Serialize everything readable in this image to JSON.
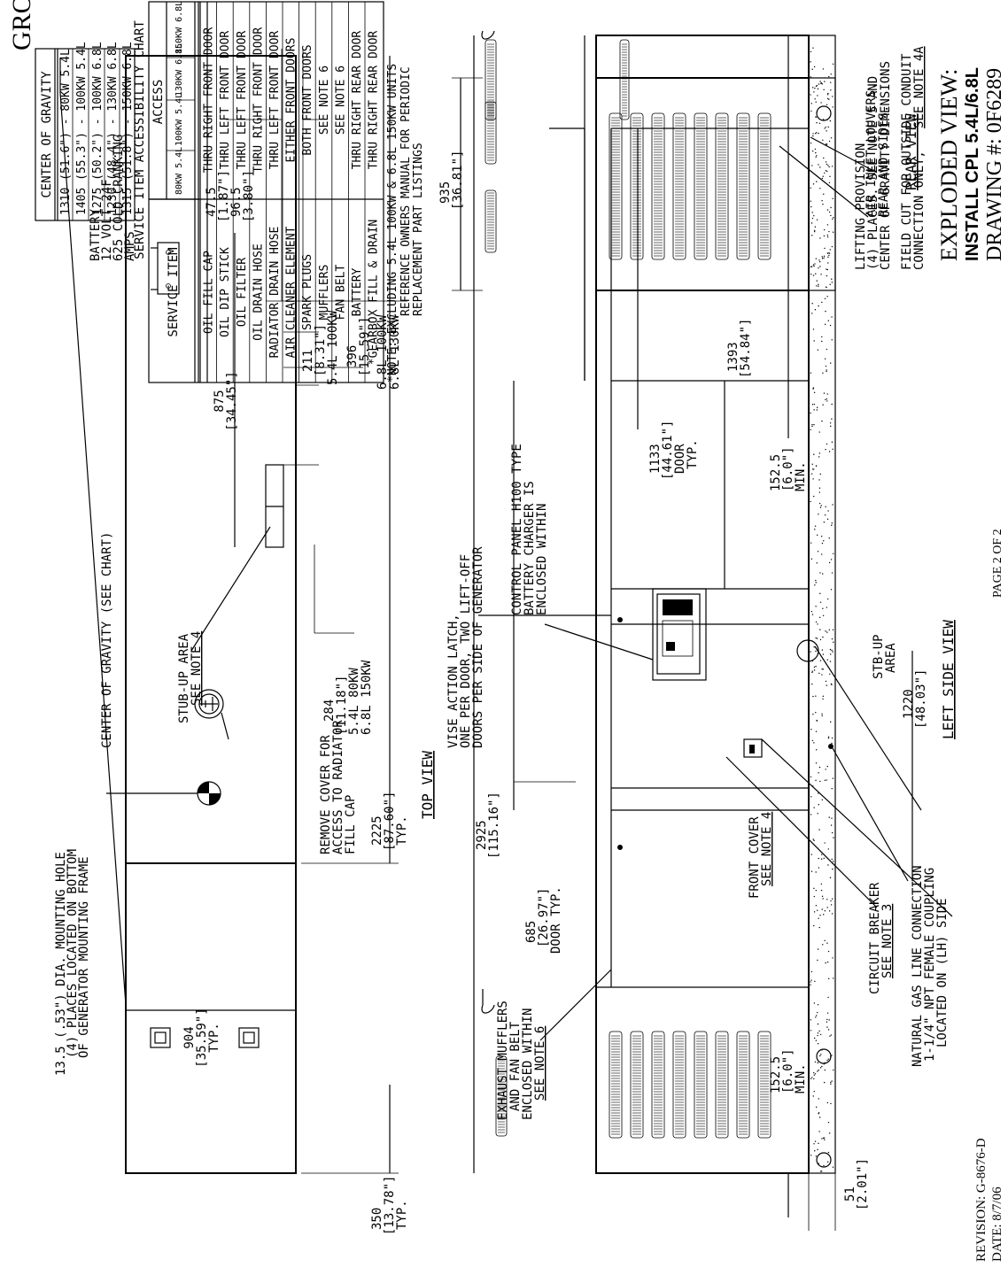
{
  "group_title": "GROUP G",
  "cg_chart": {
    "title": "CENTER OF GRAVITY",
    "rows": [
      "1310 (51.6\") - 80KW 5.4L",
      "1405 (55.3\") - 100KW 5.4L",
      "1275 (50.2\") - 100KW 6.8L",
      "1230 (48.4\") - 130KW 6.8L",
      "1315 (51.8\") - 150KW 6.8L"
    ]
  },
  "access_chart": {
    "title": "SERVICE ITEM ACCESSIBILITY CHART",
    "service_item_header": "SERVICE ITEM",
    "access_header": "ACCESS",
    "columns": [
      "80KW 5.4L",
      "100KW 5.4L",
      "130KW 6.8L",
      "150KW 6.8L"
    ],
    "rows": [
      {
        "item": "OIL FILL CAP",
        "access": "THRU RIGHT FRONT DOOR"
      },
      {
        "item": "OIL DIP STICK",
        "access": "THRU LEFT FRONT DOOR"
      },
      {
        "item": "OIL FILTER",
        "access": "THRU LEFT FRONT DOOR"
      },
      {
        "item": "OIL DRAIN HOSE",
        "access": "THRU RIGHT FRONT DOOR"
      },
      {
        "item": "RADIATOR DRAIN HOSE",
        "access": "THRU LEFT FRONT DOOR"
      },
      {
        "item": "AIR CLEANER ELEMENT",
        "access": "EITHER FRONT DOORS"
      },
      {
        "item": "SPARK PLUGS",
        "access": "BOTH FRONT DOORS"
      },
      {
        "item": "MUFFLERS",
        "access": "SEE NOTE 6"
      },
      {
        "item": "FAN BELT",
        "access": "SEE NOTE 6"
      },
      {
        "item": "BATTERY",
        "access": "THRU RIGHT REAR DOOR"
      },
      {
        "item": "*GEARBOX FILL & DRAIN",
        "access": "THRU RIGHT REAR DOOR"
      }
    ],
    "note_lines": [
      "*NOTE: EXCLUDING 5.4L 100KW & 6.8L 150KW UNITS",
      "REFERENCE OWNERS MANUAL FOR PERIODIC",
      "REPLACEMENT PART LISTINGS"
    ]
  },
  "top_view": {
    "label": "TOP VIEW",
    "mounting_hole": [
      "13.5 (.53\") DIA. MOUNTING HOLE",
      "(4) PLACES LOCATED ON BOTTOM",
      "OF GENERATOR MOUNTING FRAME"
    ],
    "center_of_gravity": "CENTER OF GRAVITY (SEE CHART)",
    "battery": [
      "BATTERY",
      "12 VOLT 24F",
      "625 COLD CRANKING",
      "AMPS"
    ],
    "stub_up": [
      "STUB-UP AREA",
      "SEE NOTE 4"
    ],
    "remove_cover": [
      "REMOVE COVER FOR",
      "ACCESS TO RADIATOR",
      "FILL CAP"
    ],
    "dim_904": [
      "904",
      "[35.59\"]",
      "TYP."
    ],
    "dim_350": [
      "350",
      "[13.78\"]",
      "TYP."
    ],
    "dim_2225": [
      "2225",
      "[87.60\"]",
      "TYP."
    ],
    "dim_875": [
      "875",
      "[34.45\"]"
    ],
    "dim_284": [
      "284",
      "[11.18\"]",
      "5.4L 80KW",
      "6.8L 150KW"
    ],
    "dim_211": [
      "211",
      "[8.31\"]",
      "5.4L 100KW"
    ],
    "dim_396": [
      "396",
      "[15.59\"]",
      "6.8L 100KW",
      "6.8L 130KW"
    ],
    "dim_47": [
      "47.5",
      "[1.87\"]"
    ],
    "dim_96": [
      "96.5",
      "[3.80\"]"
    ]
  },
  "side_view": {
    "label": "LEFT SIDE VIEW",
    "vise_latch": [
      "VISE ACTION LATCH,",
      "ONE PER DOOR, TWO LIFT-OFF",
      "DOORS PER SIDE OF GENERATOR"
    ],
    "control_panel": [
      "CONTROL PANEL H100 TYPE",
      "BATTERY CHARGER IS",
      "ENCLOSED WITHIN"
    ],
    "lifting": [
      "LIFTING PROVISION",
      "(4) PLACES. SEE NOTE 5 AND",
      "CENTER OF GRAVITY DIMENSIONS"
    ],
    "field_cut": [
      "FIELD CUT FOR OUTSIDE CONDUIT",
      "CONNECTION ONLY,",
      "SEE NOTE 4A"
    ],
    "exhaust": [
      "EXHAUST MUFFLERS",
      "AND FAN BELT",
      "ENCLOSED WITHIN",
      "SEE NOTE 6"
    ],
    "front_cover": [
      "FRONT COVER",
      "SEE NOTE 4"
    ],
    "circuit_breaker": [
      "CIRCUIT BREAKER",
      "SEE NOTE 3"
    ],
    "gas_line": [
      "NATURAL GAS LINE CONNECTION",
      "1-1/4\" NPT FEMALE COUPLING",
      "LOCATED ON (LH) SIDE"
    ],
    "stub_area": [
      "STB-UP",
      "AREA"
    ],
    "dim_2925": [
      "2925",
      "[115.16\"]"
    ],
    "dim_685": [
      "685",
      "[26.97\"]",
      "DOOR TYP."
    ],
    "dim_1133": [
      "1133",
      "[44.61\"]",
      "DOOR",
      "TYP."
    ],
    "dim_1393": [
      "1393",
      "[54.84\"]"
    ],
    "dim_152a": [
      "152.5",
      "[6.0\"]",
      "MIN."
    ],
    "dim_152b": [
      "152.5",
      "[6.0\"]",
      "MIN."
    ],
    "dim_51": [
      "51",
      "[2.01\"]"
    ],
    "dim_1220": [
      "1220",
      "[48.03\"]"
    ]
  },
  "rear_view": {
    "label": "REAR VIEW",
    "dim_935": [
      "935",
      "[36.81\"]"
    ],
    "louvers": [
      "AIR INLET LOUVERS.",
      "REAR AND SIDES."
    ]
  },
  "title_block": {
    "exploded_view": "EXPLODED VIEW:",
    "install": "INSTALL CPL 5.4L/6.8L",
    "drawing": "DRAWING #: 0F6289",
    "page": "PAGE 2 OF 2",
    "revision": "REVISION: G-8676-D",
    "date": "DATE: 8/7/06"
  }
}
